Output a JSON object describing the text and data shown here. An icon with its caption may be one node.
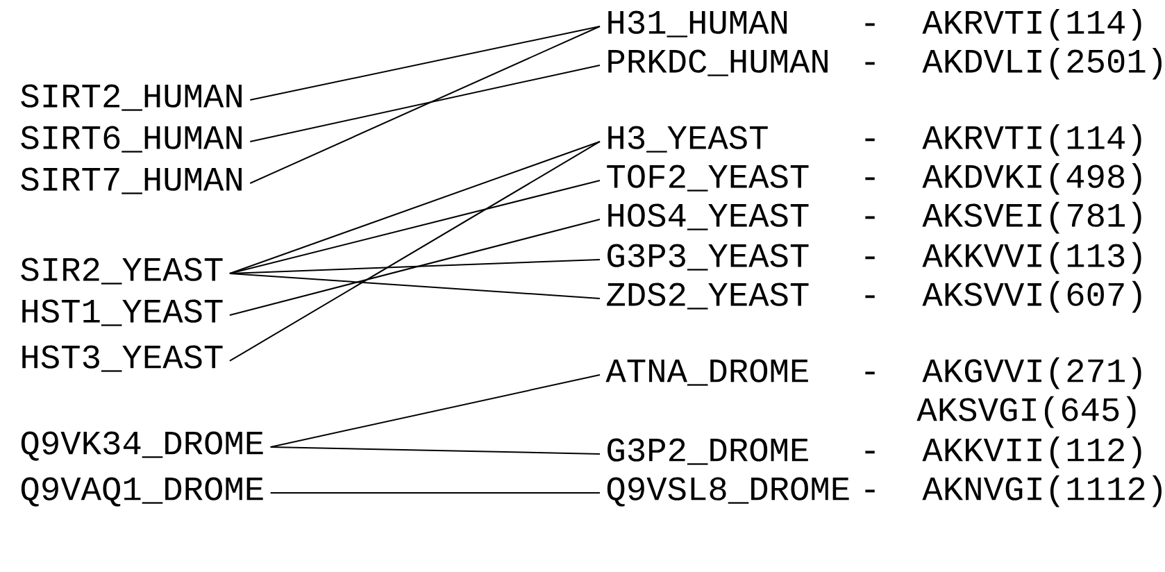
{
  "diagram": {
    "nodes": [
      {
        "text": [
          "SIRT2_HUMAN"
        ]
      },
      {
        "text": [
          "SIRT6_HUMAN"
        ]
      },
      {
        "text": [
          "SIRT7_HUMAN"
        ]
      },
      {
        "text": [
          "SIR2_YEAST"
        ]
      },
      {
        "text": [
          "HST1_YEAST"
        ]
      },
      {
        "text": [
          "HST3_YEAST"
        ]
      },
      {
        "text": [
          "Q9VK34_DROME"
        ]
      },
      {
        "text": [
          "Q9VAQ1_DROME"
        ]
      },
      {
        "text": [
          "H31_HUMAN",
          "-",
          "AKRVTI(114)"
        ]
      },
      {
        "text": [
          "PRKDC_HUMAN",
          "-",
          "AKDVLI(2501)"
        ]
      },
      {
        "text": [
          "H3_YEAST",
          "-",
          "AKRVTI(114)"
        ]
      },
      {
        "text": [
          "TOF2_YEAST",
          "-",
          "AKDVKI(498)"
        ]
      },
      {
        "text": [
          "HOS4_YEAST",
          "-",
          "AKSVEI(781)"
        ]
      },
      {
        "text": [
          "G3P3_YEAST",
          "-",
          "AKKVVI(113)"
        ]
      },
      {
        "text": [
          "ZDS2_YEAST",
          "-",
          "AKSVVI(607)"
        ]
      },
      {
        "text": [
          "ATNA_DROME",
          "-",
          "AKGVVI(271)"
        ]
      },
      {
        "text": [
          "G3P2_DROME",
          "-",
          "AKKVII(112)"
        ]
      },
      {
        "text": [
          "Q9VSL8_DROME",
          "-",
          "AKNVGI(1112)"
        ]
      }
    ],
    "edges": [
      {
        "from": 0,
        "to": 8,
        "arrow": "none"
      },
      {
        "from": 1,
        "to": 9,
        "arrow": "none"
      },
      {
        "from": 2,
        "to": 8,
        "arrow": "none"
      },
      {
        "from": 3,
        "to": 10,
        "arrow": "none"
      },
      {
        "from": 3,
        "to": 11,
        "arrow": "none"
      },
      {
        "from": 3,
        "to": 13,
        "arrow": "none"
      },
      {
        "from": 3,
        "to": 14,
        "arrow": "none"
      },
      {
        "from": 4,
        "to": 12,
        "arrow": "none"
      },
      {
        "from": 5,
        "to": 10,
        "arrow": "none"
      },
      {
        "from": 6,
        "to": 15,
        "arrow": "none"
      },
      {
        "from": 6,
        "to": 16,
        "arrow": "none"
      },
      {
        "from": 7,
        "to": 17,
        "arrow": "none"
      }
    ],
    "labels": [
      "AKSVGI(645)"
    ]
  }
}
